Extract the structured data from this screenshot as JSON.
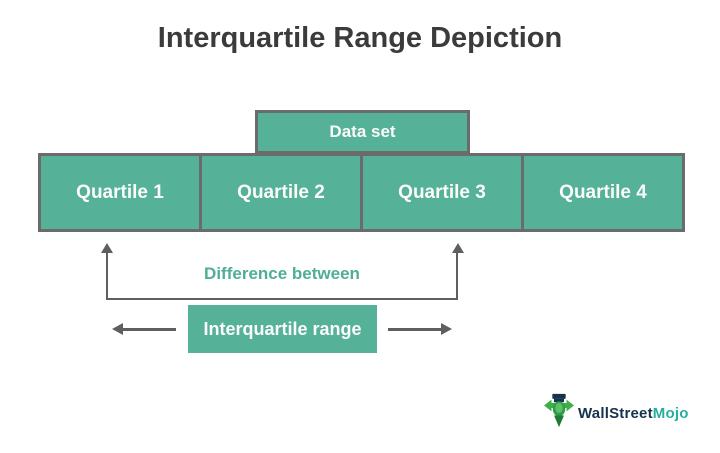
{
  "title": "Interquartile Range Depiction",
  "diagram": {
    "dataset_label": "Data set",
    "quartiles": [
      "Quartile 1",
      "Quartile 2",
      "Quartile 3",
      "Quartile 4"
    ],
    "difference_label": "Difference between",
    "iqr_label": "Interquartile range"
  },
  "logo": {
    "part1": "WallStreet",
    "part2": "Mojo"
  },
  "colors": {
    "box_fill": "#55b198",
    "box_border": "#6b6b6b",
    "arrow_gray": "#5f5f5f",
    "title_text": "#3b3b3b",
    "teal_text": "#4fae95",
    "box_text": "#fbfbfb",
    "logo_navy": "#16324c",
    "logo_teal": "#27af9d",
    "logo_green": "#3fae49"
  }
}
